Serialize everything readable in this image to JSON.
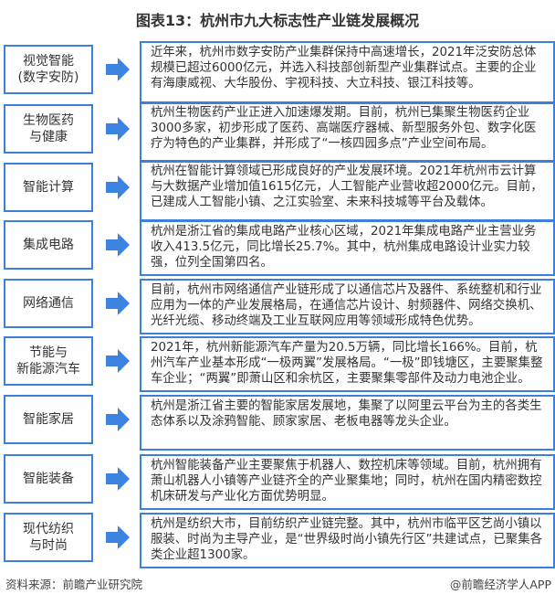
{
  "title": "图表13：杭州市九大标志性产业链发展概况",
  "rows": [
    {
      "label": "视觉智能\n(数字安防)",
      "text": "近年来，杭州市数字安防产业集群保持中高速增长，2021年泛安防总体规模已超过6000亿元，并选入科技部创新型产业集群试点。主要的企业有海康威视、大华股份、宇视科技、大立科技、银江科技等。"
    },
    {
      "label": "生物医药\n与健康",
      "text": "杭州生物医药产业正进入加速爆发期。目前，杭州已集聚生物医药企业3000多家，初步形成了医药、高端医疗器械、新型服务外包、数字化医疗为特色的产业集群，并形成了“一核四园多点”产业空间布局。"
    },
    {
      "label": "智能计算",
      "text": "杭州在智能计算领域已形成良好的产业发展环境。2021年杭州市云计算与大数据产业增加值1615亿元，人工智能产业营收超2000亿元。目前，已建成人工智能小镇、之江实验室、未来科技城等平台及载体。"
    },
    {
      "label": "集成电路",
      "text": "杭州是浙江省的集成电路产业核心区域，2021年集成电路产业主营业务收入413.5亿元，同比增长25.7%。其中，杭州集成电路设计业实力较强，位列全国第四名。"
    },
    {
      "label": "网络通信",
      "text": "目前，杭州市网络通信产业链形成了以通信芯片及器件、系统整机和行业应用为一体的产业发展格局，在通信芯片设计、射频器件、网络交换机、光纤光缆、移动终端及工业互联网应用等领域形成特色优势。"
    },
    {
      "label": "节能与\n新能源汽车",
      "text": "2021年，杭州新能源汽车产量为20.5万辆，同比增长166%。目前，杭州汽车产业基本形成“一极两翼”发展格局。“一极”即钱塘区，主要聚集整车企业；“两翼”即萧山区和余杭区，主要聚集零部件及动力电池企业。"
    },
    {
      "label": "智能家居",
      "text": "杭州是浙江省主要的智能家居发展地，集聚了以阿里云平台为主的各类生态体系以及涂鸦智能、顾家家居、老板电器等龙头企业。"
    },
    {
      "label": "智能装备",
      "text": "杭州智能装备产业主要聚焦于机器人、数控机床等领域。目前，杭州拥有萧山机器人小镇等产业链齐全的产业聚集地；同时，杭州在国内精密数控机床研发与产业化方面优势明显。"
    },
    {
      "label": "现代纺织\n与时尚",
      "text": "杭州是纺织大市，目前纺织产业链完整。其中，杭州市临平区艺尚小镇以服装、时尚为主导产业，是“世界级时尚小镇先行区”共建试点，已聚集各类企业超1300家。"
    }
  ],
  "footer": {
    "source": "资料来源：前瞻产业研究院",
    "credit": "@前瞻经济学人APP"
  },
  "colors": {
    "accent": "#3d7fdc",
    "arrow": "#3c82e0"
  }
}
